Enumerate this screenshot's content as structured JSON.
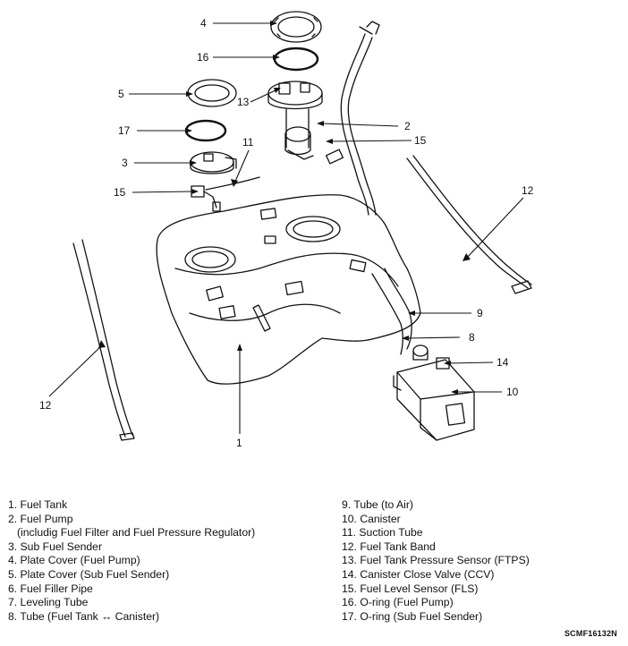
{
  "callouts": [
    "4",
    "16",
    "5",
    "13",
    "17",
    "2",
    "11",
    "15",
    "3",
    "15",
    "12",
    "9",
    "8",
    "14",
    "10",
    "12",
    "1"
  ],
  "legend_left": [
    "1. Fuel Tank",
    "2. Fuel Pump",
    "(includig Fuel Filter and Fuel Pressure Regulator)",
    "3. Sub Fuel Sender",
    "4. Plate Cover (Fuel Pump)",
    "5. Plate Cover (Sub Fuel Sender)",
    "6. Fuel Filler Pipe",
    "7. Leveling Tube",
    "8. Tube (Fuel Tank ↔ Canister)"
  ],
  "legend_right": [
    "9. Tube (to Air)",
    "10. Canister",
    "11. Suction Tube",
    "12. Fuel Tank Band",
    "13. Fuel Tank Pressure Sensor (FTPS)",
    "14. Canister Close Valve (CCV)",
    "15. Fuel Level Sensor (FLS)",
    "16. O-ring (Fuel Pump)",
    "17. O-ring (Sub Fuel Sender)"
  ],
  "figure_code": "SCMF16132N"
}
